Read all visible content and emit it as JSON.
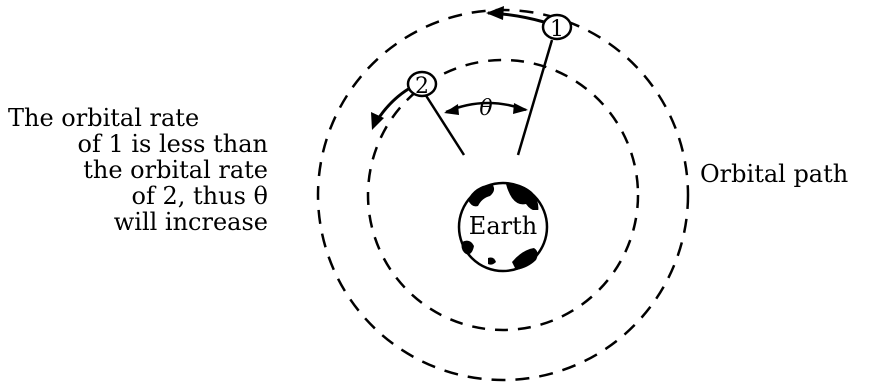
{
  "labels": {
    "satellite_1": "1",
    "satellite_2": "2",
    "angle": "θ",
    "earth": "Earth",
    "orbital_path": "Orbital path"
  },
  "caption_lines": [
    "The orbital rate",
    "of 1 is less than",
    "the orbital rate",
    "of 2, thus  θ",
    "will increase"
  ],
  "colors": {
    "ink": "#000000",
    "background": "#ffffff"
  }
}
